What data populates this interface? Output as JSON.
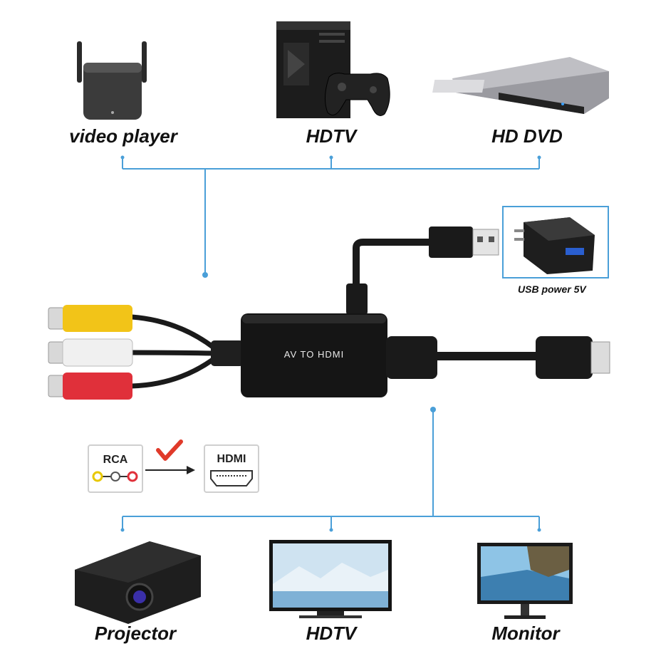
{
  "sources": {
    "video_player": "video player",
    "hdtv": "HDTV",
    "hd_dvd": "HD DVD"
  },
  "outputs": {
    "projector": "Projector",
    "hdtv": "HDTV",
    "monitor": "Monitor"
  },
  "converter": {
    "label": "AV TO HDMI"
  },
  "power": {
    "label": "USB power 5V"
  },
  "conversion": {
    "from": "RCA",
    "to": "HDMI"
  },
  "colors": {
    "line_blue": "#4a9fd8",
    "rca_yellow": "#f2c418",
    "rca_white": "#f0f0f0",
    "rca_red": "#e0303a",
    "check_red": "#e03a2a",
    "device_dark": "#1e1e1e"
  }
}
